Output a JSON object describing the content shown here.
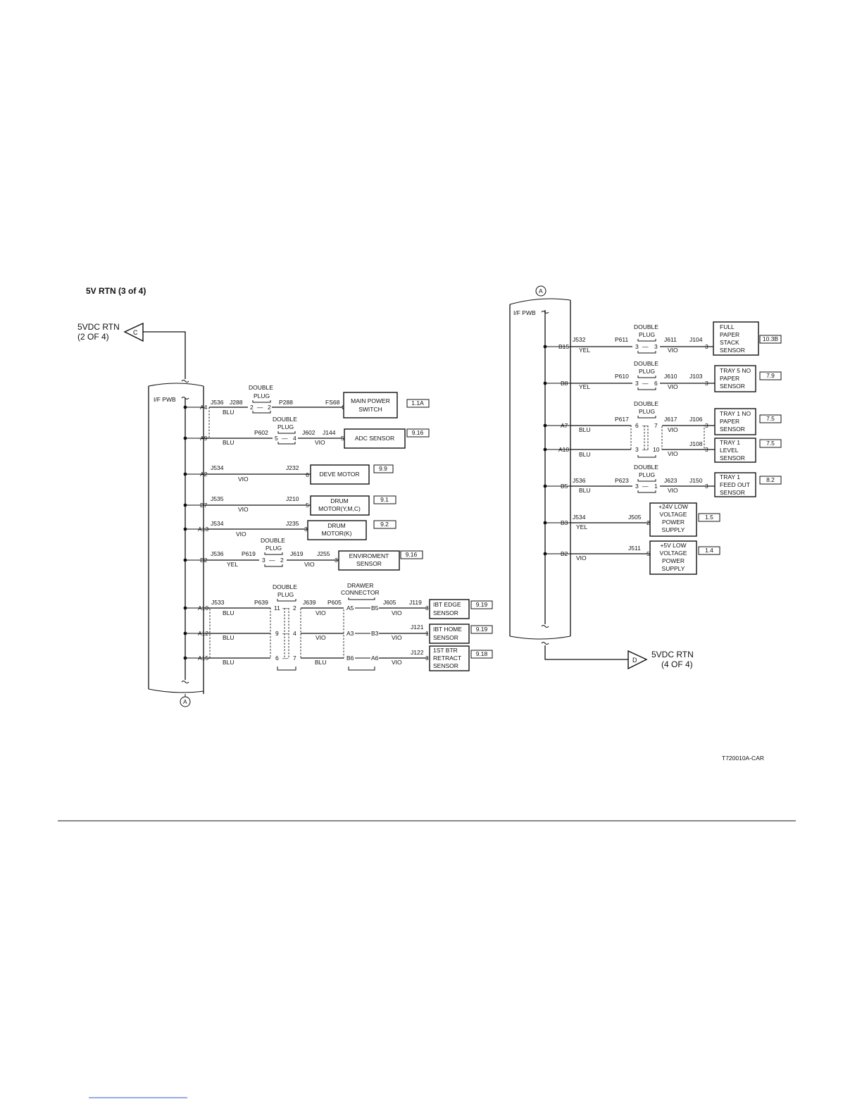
{
  "page_title": "5V RTN (3 of 4)",
  "figure_id": "T720010A-CAR",
  "offpage": {
    "from_label_1": "5VDC RTN",
    "from_label_2": "(2 OF 4)",
    "from_letter": "C",
    "to_label_1": "5VDC RTN",
    "to_label_2": "(4 OF 4)",
    "to_letter": "D",
    "continuation_letter": "A"
  },
  "common": {
    "board": "I/F PWB",
    "double": "DOUBLE",
    "plug": "PLUG",
    "drawer": "DRAWER",
    "connector": "CONNECTOR",
    "dash": "—"
  },
  "left": {
    "pins": [
      "A4",
      "A9",
      "A2",
      "B7",
      "A13",
      "B2",
      "A10",
      "A12",
      "A15"
    ],
    "r1": {
      "c1": "J536",
      "c2": "J288",
      "wire": "BLU",
      "p1": "2",
      "p2": "2",
      "c3": "P288",
      "c4": "FS68",
      "dev": [
        "MAIN POWER",
        "SWITCH"
      ],
      "ref": "1.1A"
    },
    "r2": {
      "c1": "P602",
      "wire1": "BLU",
      "p1": "5",
      "p2": "4",
      "c2": "J602",
      "c3": "J144",
      "wire2": "VIO",
      "pin": "5",
      "dev": [
        "ADC SENSOR"
      ],
      "ref": "9.16"
    },
    "r3": {
      "c1": "J534",
      "c2": "J232",
      "wire": "VIO",
      "pin": "6",
      "dev": [
        "DEVE MOTOR"
      ],
      "ref": "9.9"
    },
    "r4": {
      "c1": "J535",
      "c2": "J210",
      "wire": "VIO",
      "pin": "5",
      "dev": [
        "DRUM",
        "MOTOR(Y,M,C)"
      ],
      "ref": "9.1"
    },
    "r5": {
      "c1": "J534",
      "c2": "J235",
      "wire": "VIO",
      "pin": "3",
      "dev": [
        "DRUM",
        "MOTOR(K)"
      ],
      "ref": "9.2"
    },
    "r6": {
      "c1": "J536",
      "c2": "P619",
      "wire1": "YEL",
      "p1": "3",
      "p2": "2",
      "c3": "J619",
      "c4": "J255",
      "wire2": "VIO",
      "pin": "3",
      "dev": [
        "ENVIROMENT",
        "SENSOR"
      ],
      "ref": "9.16"
    },
    "grp": {
      "c1": "J533",
      "c2": "P639",
      "c3": "J639",
      "c4": "P605",
      "c5": "J605",
      "c6": "J119",
      "c7": "J121",
      "c8": "J122",
      "rows": [
        {
          "wire1": "BLU",
          "p1": "11",
          "p2": "2",
          "wire2": "VIO",
          "d1": "A5",
          "d2": "B5",
          "wire3": "VIO",
          "pin": "3",
          "dev": [
            "IBT EDGE",
            "SENSOR"
          ],
          "ref": "9.19"
        },
        {
          "wire1": "BLU",
          "p1": "9",
          "p2": "4",
          "wire2": "VIO",
          "d1": "A3",
          "d2": "B3",
          "wire3": "VIO",
          "pin": "1",
          "dev": [
            "IBT HOME",
            "SENSOR"
          ],
          "ref": "9.19"
        },
        {
          "wire1": "BLU",
          "p1": "6",
          "p2": "7",
          "wire2": "BLU",
          "d1": "B6",
          "d2": "A6",
          "wire3": "VIO",
          "pin": "3",
          "dev": [
            "1ST BTR",
            "RETRACT",
            "SENSOR"
          ],
          "ref": "9.18"
        }
      ]
    }
  },
  "right": {
    "pins": [
      "B15",
      "B8",
      "A7",
      "A10",
      "B5",
      "B3",
      "B2"
    ],
    "r1": {
      "c1": "J532",
      "wire1": "YEL",
      "c2": "P611",
      "p1": "3",
      "p2": "3",
      "c3": "J611",
      "wire2": "VIO",
      "c4": "J104",
      "pin": "3",
      "dev": [
        "FULL",
        "PAPER",
        "STACK",
        "SENSOR"
      ],
      "ref": "10.3B"
    },
    "r2": {
      "wire1": "YEL",
      "c2": "P610",
      "p1": "3",
      "p2": "6",
      "c3": "J610",
      "wire2": "VIO",
      "c4": "J103",
      "pin": "3",
      "dev": [
        "TRAY 5 NO",
        "PAPER",
        "SENSOR"
      ],
      "ref": "7.9"
    },
    "r3": {
      "wire1": "BLU",
      "c2": "P617",
      "p1": "6",
      "p2": "7",
      "c3": "J617",
      "wire2": "VIO",
      "c4": "J106",
      "pin": "3",
      "dev": [
        "TRAY 1 NO",
        "PAPER",
        "SENSOR"
      ],
      "ref": "7.5"
    },
    "r4": {
      "wire1": "BLU",
      "p1": "3",
      "p2": "10",
      "wire2": "VIO",
      "c4": "J108",
      "pin": "3",
      "dev": [
        "TRAY 1",
        "LEVEL",
        "SENSOR"
      ],
      "ref": "7.5"
    },
    "r5": {
      "c1": "J536",
      "wire1": "BLU",
      "c2": "P623",
      "p1": "3",
      "p2": "1",
      "c3": "J623",
      "wire2": "VIO",
      "c4": "J150",
      "pin": "3",
      "dev": [
        "TRAY 1",
        "FEED OUT",
        "SENSOR"
      ],
      "ref": "8.2"
    },
    "r6": {
      "c1": "J534",
      "wire1": "YEL",
      "c4": "J505",
      "pin": "2",
      "dev": [
        "+24V LOW",
        "VOLTAGE",
        "POWER",
        "SUPPLY"
      ],
      "ref": "1.5"
    },
    "r7": {
      "wire1": "VIO",
      "c4": "J511",
      "pin": "5",
      "dev": [
        "+5V LOW",
        "VOLTAGE",
        "POWER",
        "SUPPLY"
      ],
      "ref": "1.4"
    }
  }
}
